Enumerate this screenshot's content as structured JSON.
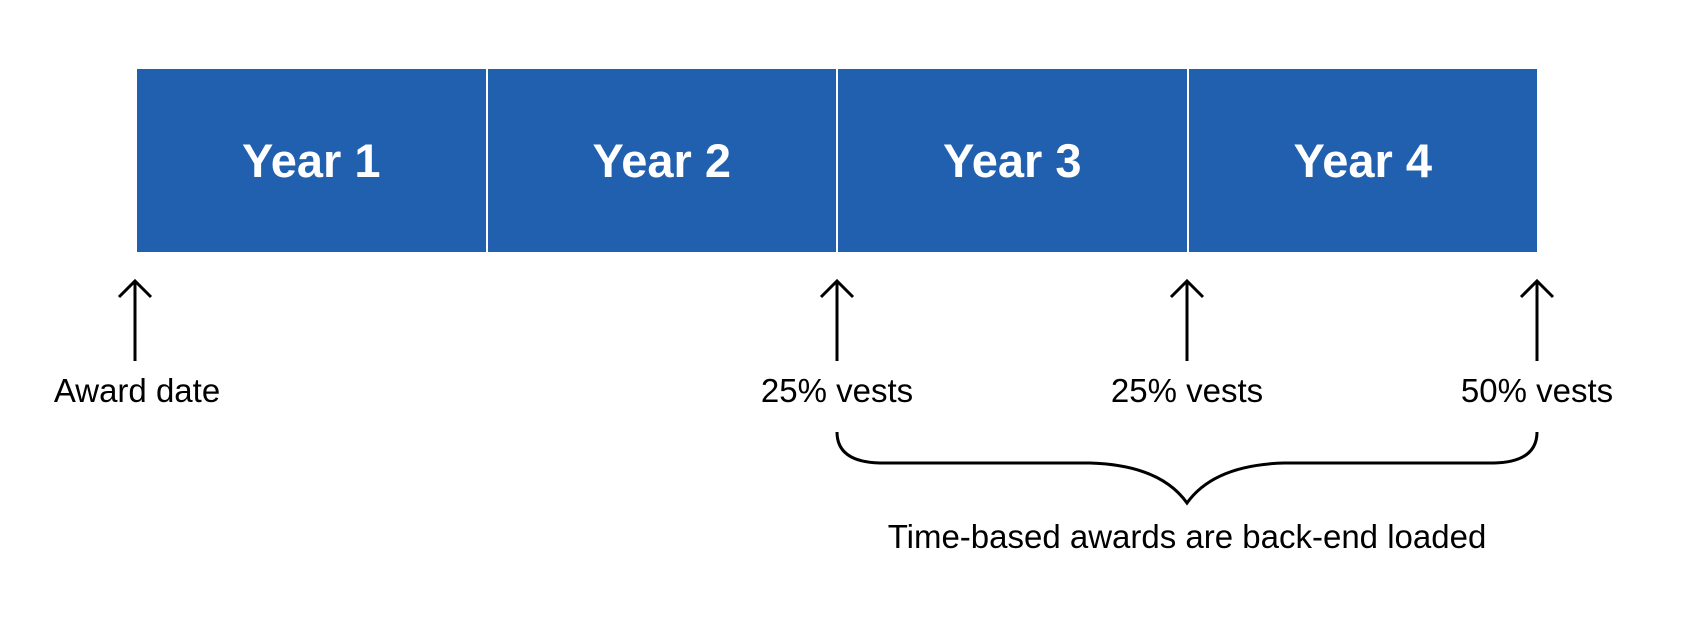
{
  "years": [
    "Year 1",
    "Year 2",
    "Year 3",
    "Year 4"
  ],
  "markers": [
    {
      "label": "Award date",
      "year_point": 0
    },
    {
      "label": "25% vests",
      "year_point": 2
    },
    {
      "label": "25% vests",
      "year_point": 3
    },
    {
      "label": "50% vests",
      "year_point": 4
    }
  ],
  "brace_label": "Time-based awards are back-end loaded",
  "colors": {
    "bar": "#2060ae",
    "text": "#000000"
  }
}
